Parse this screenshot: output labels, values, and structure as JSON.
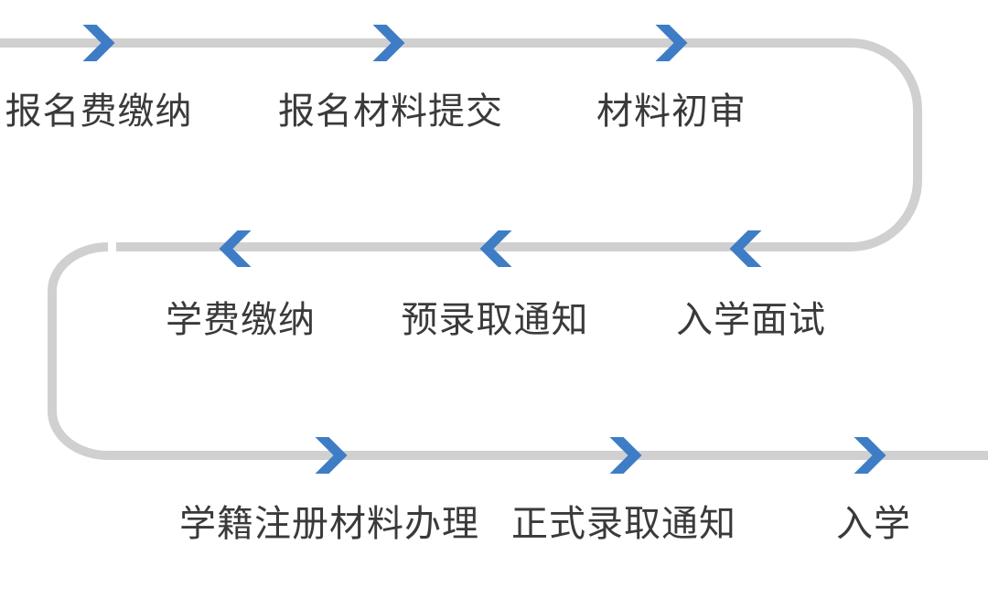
{
  "diagram_title": "admission-process-flow",
  "steps": [
    {
      "label": "报名费缴纳",
      "row": 1,
      "direction": "right"
    },
    {
      "label": "报名材料提交",
      "row": 1,
      "direction": "right"
    },
    {
      "label": "材料初审",
      "row": 1,
      "direction": "right"
    },
    {
      "label": "入学面试",
      "row": 2,
      "direction": "left"
    },
    {
      "label": "预录取通知",
      "row": 2,
      "direction": "left"
    },
    {
      "label": "学费缴纳",
      "row": 2,
      "direction": "left"
    },
    {
      "label": "学籍注册材料办理",
      "row": 3,
      "direction": "right"
    },
    {
      "label": "正式录取通知",
      "row": 3,
      "direction": "right"
    },
    {
      "label": "入学",
      "row": 3,
      "direction": "right"
    }
  ],
  "icons": {
    "right_arrow": "chevron-right-icon",
    "left_arrow": "chevron-left-icon"
  },
  "colors": {
    "arrow_blue": "#3E7DC6",
    "line_gray": "#D0D0D0",
    "text_color": "#3A3A3A",
    "background": "#FFFFFF"
  }
}
